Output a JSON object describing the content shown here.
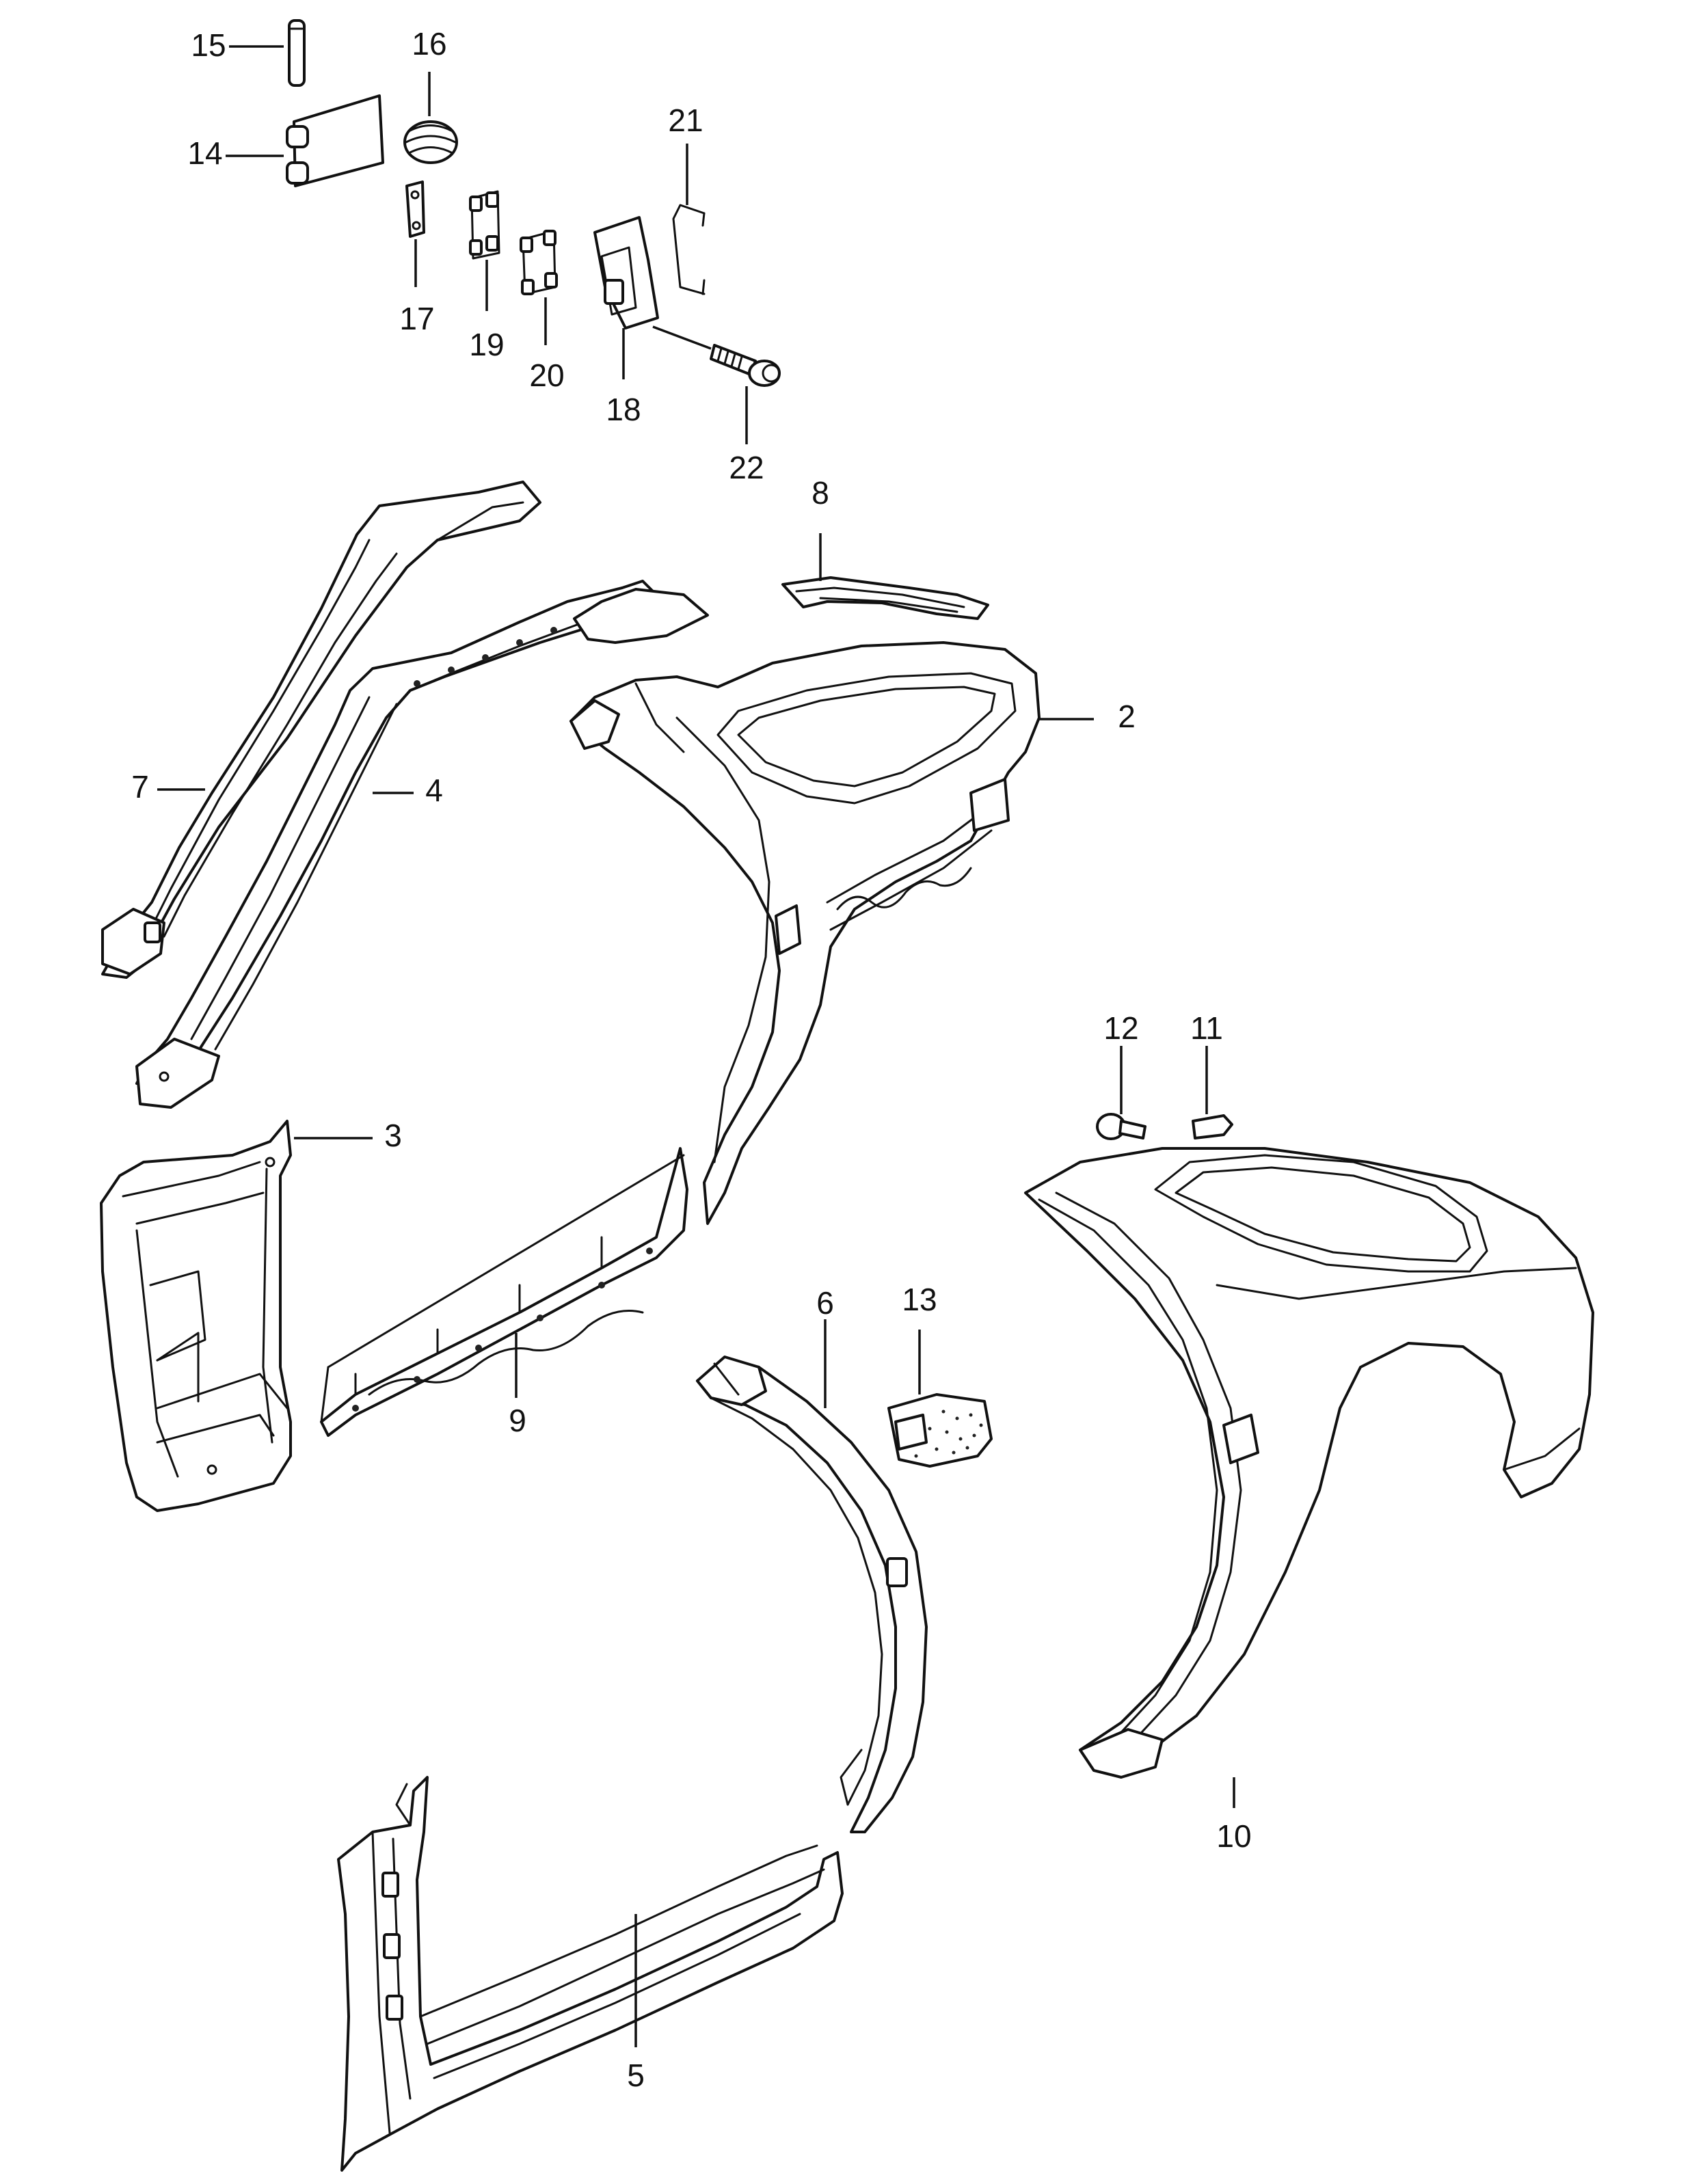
{
  "callouts": {
    "c2": "2",
    "c3": "3",
    "c4": "4",
    "c5": "5",
    "c6": "6",
    "c7": "7",
    "c8": "8",
    "c9": "9",
    "c10": "10",
    "c11": "11",
    "c12": "12",
    "c13": "13",
    "c14": "14",
    "c15": "15",
    "c16": "16",
    "c17": "17",
    "c18": "18",
    "c19": "19",
    "c20": "20",
    "c21": "21",
    "c22": "22"
  },
  "colors": {
    "ink": "#111111",
    "paper": "#ffffff"
  }
}
